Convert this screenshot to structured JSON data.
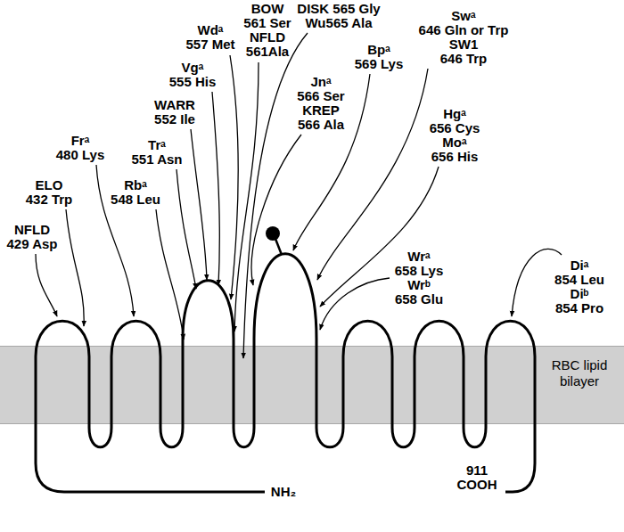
{
  "diagram": {
    "nodes": [
      {
        "text": [
          "RBC lipid bilayer"
        ]
      }
    ],
    "labels": [
      "NFLD 429 Asp",
      "ELO 432 Trp",
      "Frᵃ 480 Lys",
      "Rbᵃ 548 Leu",
      "Trᵃ 551 Asn",
      "WARR 552 Ile",
      "Vgᵃ 555 His",
      "Wdᵃ 557 Met",
      "BOW 561 Ser",
      "NFLD 561Ala",
      "DISK 565 Gly",
      "Wu565 Ala",
      "Jnᵃ 566 Ser",
      "KREP 566 Ala",
      "Bpᵃ 569 Lys",
      "Swᵃ 646 Gln or Trp",
      "SW1 646 Trp",
      "Hgᵃ 656 Cys",
      "Moᵃ 656 His",
      "Wrᵃ 658 Lys",
      "Wrᵇ 658 Glu",
      "Diᵃ 854 Leu",
      "Diᵇ 854 Pro",
      "NH₂",
      "911 COOH"
    ]
  }
}
